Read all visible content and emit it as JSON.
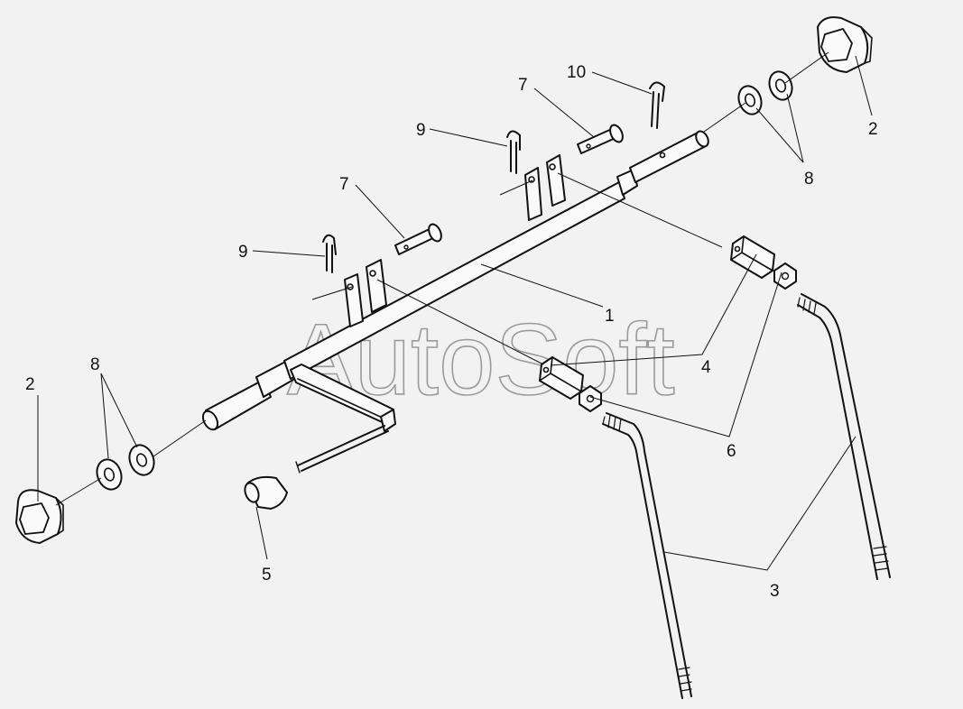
{
  "watermark": "AutoSoft",
  "callouts": {
    "c1": "1",
    "c2_left": "2",
    "c2_right": "2",
    "c3": "3",
    "c4": "4",
    "c5": "5",
    "c6": "6",
    "c7_left": "7",
    "c7_right": "7",
    "c8_left": "8",
    "c8_right": "8",
    "c9_left": "9",
    "c9_right": "9",
    "c10": "10"
  }
}
